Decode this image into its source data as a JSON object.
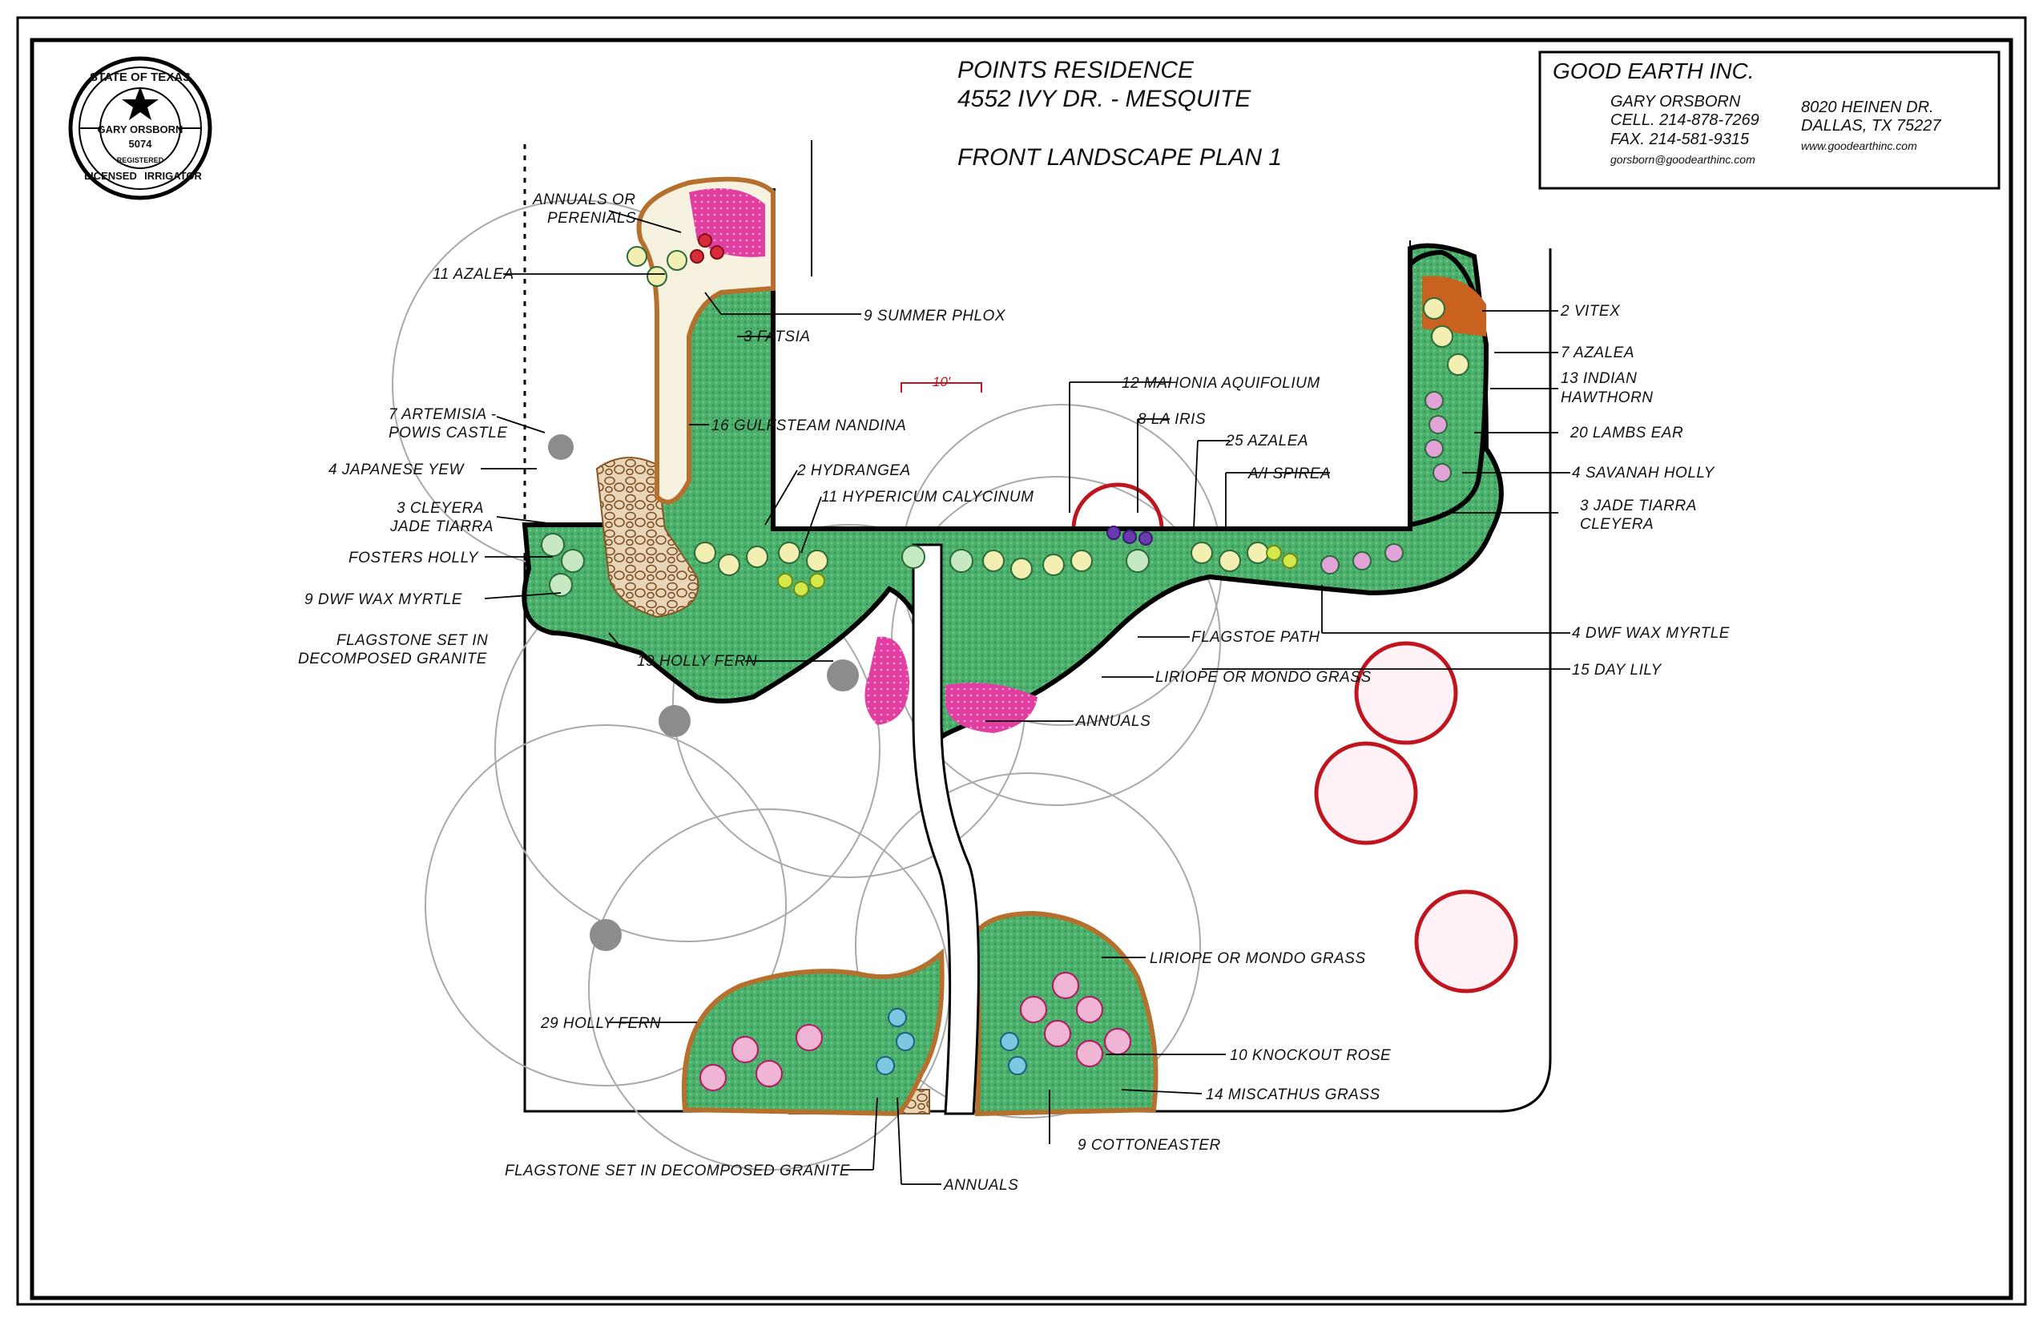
{
  "title_block": {
    "project": "POINTS RESIDENCE",
    "address": "4552 IVY DR. - MESQUITE",
    "plan_name": "FRONT LANDSCAPE PLAN 1"
  },
  "company": {
    "name": "GOOD EARTH INC.",
    "contact": "GARY ORSBORN",
    "cell": "CELL. 214-878-7269",
    "fax": "FAX. 214-581-9315",
    "email": "gorsborn@goodearthinc.com",
    "street": "8020 HEINEN DR.",
    "city": "DALLAS, TX 75227",
    "web": "www.goodearthinc.com"
  },
  "seal": {
    "state": "STATE OF TEXAS",
    "name": "GARY ORSBORN",
    "number": "5074",
    "registered": "REGISTERED",
    "licensed": "LICENSED",
    "irrigator": "IRRIGATOR"
  },
  "scale_marker": "10'",
  "labels": {
    "annuals_perenials_1": "ANNUALS OR",
    "annuals_perenials_2": "PERENIALS",
    "azalea_11": "11 AZALEA",
    "summer_phlox": "9 SUMMER PHLOX",
    "fatsia": "3 FATSIA",
    "artemisia_1": "7 ARTEMISIA -",
    "artemisia_2": "POWIS CASTLE",
    "gulfsteam": "16 GULFSTEAM NANDINA",
    "japanese_yew": "4 JAPANESE YEW",
    "hydrangea": "2 HYDRANGEA",
    "hypericum": "11 HYPERICUM CALYCINUM",
    "cleyera_left_1": "3 CLEYERA",
    "cleyera_left_2": "JADE TIARRA",
    "fosters_holly": "FOSTERS HOLLY",
    "wax_myrtle_left": "9 DWF WAX MYRTLE",
    "flagstone_left_1": "FLAGSTONE SET IN",
    "flagstone_left_2": "DECOMPOSED GRANITE",
    "holly_fern_19": "19 HOLLY FERN",
    "mahonia": "12 MAHONIA AQUIFOLIUM",
    "la_iris": "8 LA IRIS",
    "azalea_25": "25 AZALEA",
    "spirea": "A/I SPIREA",
    "flagstone_path": "FLAGSTOE PATH",
    "liriope_top": "LIRIOPE OR MONDO GRASS",
    "annuals_mid": "ANNUALS",
    "vitex": "2 VITEX",
    "azalea_7": "7 AZALEA",
    "indian_hawthorn_1": "13 INDIAN",
    "indian_hawthorn_2": "HAWTHORN",
    "lambs_ear": "20 LAMBS EAR",
    "savanah_holly": "4 SAVANAH HOLLY",
    "cleyera_right_1": "3 JADE TIARRA",
    "cleyera_right_2": "CLEYERA",
    "wax_myrtle_right": "4 DWF WAX MYRTLE",
    "day_lily": "15 DAY LILY",
    "liriope_bottom": "LIRIOPE OR MONDO GRASS",
    "holly_fern_29": "29 HOLLY FERN",
    "knockout_rose": "10 KNOCKOUT ROSE",
    "miscathus": "14 MISCATHUS GRASS",
    "cottoneaster": "9 COTTONEASTER",
    "flagstone_bottom": "FLAGSTONE SET IN DECOMPOSED GRANITE",
    "annuals_bottom": "ANNUALS"
  },
  "colors": {
    "bed_green": "#3fae6a",
    "mulch_brown": "#b5702e",
    "annual_pink": "#e0309a",
    "tree_red": "#c0141e",
    "canopy_gray": "#9a9a9a",
    "azalea_yellow": "#e8e070"
  }
}
